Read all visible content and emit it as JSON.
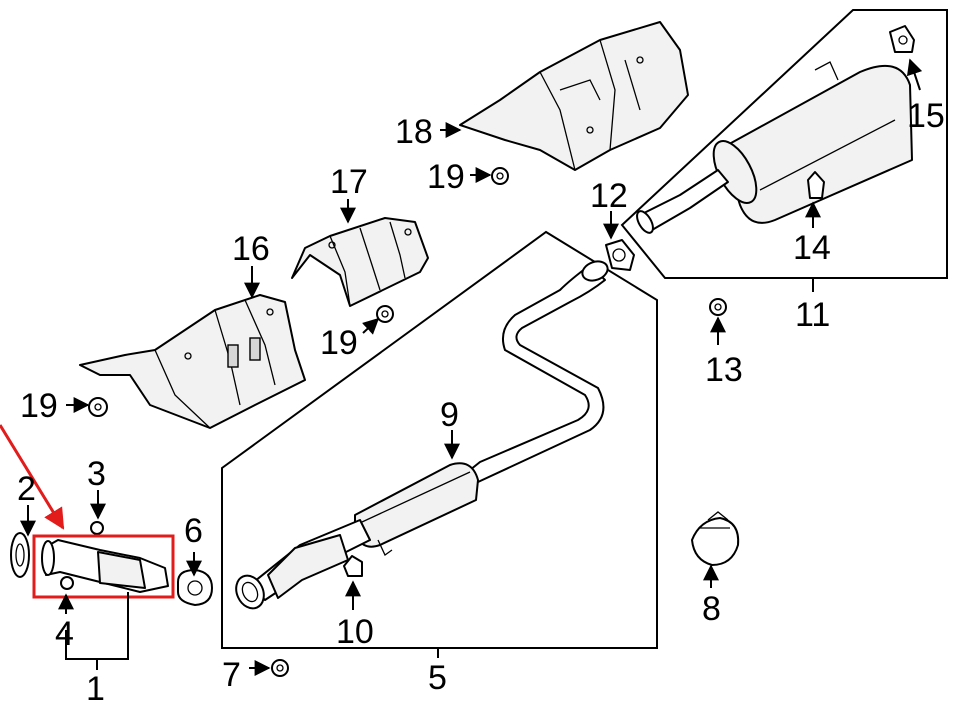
{
  "diagram": {
    "callouts": {
      "c1": "1",
      "c2": "2",
      "c3": "3",
      "c4": "4",
      "c5": "5",
      "c6": "6",
      "c7": "7",
      "c8": "8",
      "c9": "9",
      "c10": "10",
      "c11": "11",
      "c12": "12",
      "c13": "13",
      "c14": "14",
      "c15": "15",
      "c16": "16",
      "c17": "17",
      "c18": "18",
      "c19a": "19",
      "c19b": "19",
      "c19c": "19"
    },
    "highlight_color": "#e21b1b",
    "line_color": "#000000"
  }
}
